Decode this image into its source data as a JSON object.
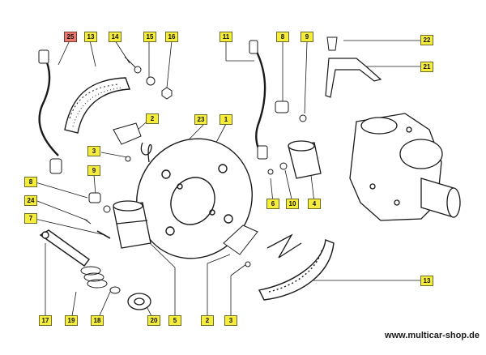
{
  "diagram": {
    "callouts": {
      "c25": "25",
      "c13a": "13",
      "c14": "14",
      "c15": "15",
      "c16": "16",
      "c11": "11",
      "c8a": "8",
      "c9a": "9",
      "c22": "22",
      "c21": "21",
      "c2a": "2",
      "c3a": "3",
      "c23": "23",
      "c1": "1",
      "c9b": "9",
      "c8b": "8",
      "c24": "24",
      "c7": "7",
      "c6": "6",
      "c10": "10",
      "c4": "4",
      "c13b": "13",
      "c17": "17",
      "c19": "19",
      "c18": "18",
      "c20": "20",
      "c5": "5",
      "c2b": "2",
      "c3b": "3"
    },
    "footer": {
      "website": "www.multicar-shop.de"
    },
    "colors": {
      "callout_fill": "#f5ec3c",
      "callout_highlight": "#e8786e",
      "line_art": "#1a1a1a"
    }
  }
}
